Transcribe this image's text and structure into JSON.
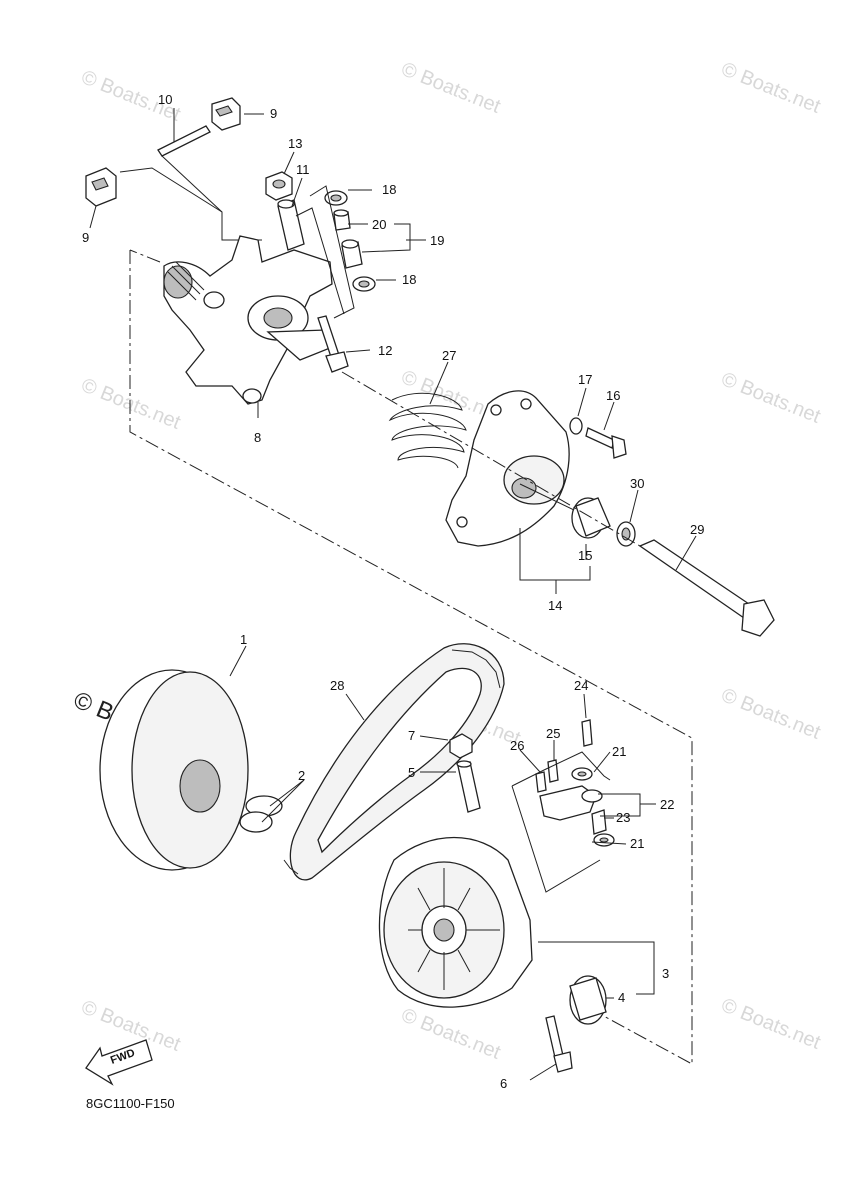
{
  "callouts": {
    "c1": "1",
    "c2": "2",
    "c3": "3",
    "c4": "4",
    "c5": "5",
    "c6": "6",
    "c7": "7",
    "c8": "8",
    "c9a": "9",
    "c9b": "9",
    "c10": "10",
    "c11": "11",
    "c12": "12",
    "c13": "13",
    "c14": "14",
    "c15": "15",
    "c16": "16",
    "c17": "17",
    "c18a": "18",
    "c18b": "18",
    "c19": "19",
    "c20": "20",
    "c21a": "21",
    "c21b": "21",
    "c22": "22",
    "c23": "23",
    "c24": "24",
    "c25": "25",
    "c26": "26",
    "c27": "27",
    "c28": "28",
    "c29": "29",
    "c30": "30"
  },
  "watermark": {
    "text": "© Boats.net",
    "large_text": "© Boats.net"
  },
  "fwd_label": "FWD",
  "diagram_code": "8GC1100-F150",
  "colors": {
    "ink": "#222222",
    "watermark": "#d8d8d8",
    "background": "#ffffff"
  }
}
